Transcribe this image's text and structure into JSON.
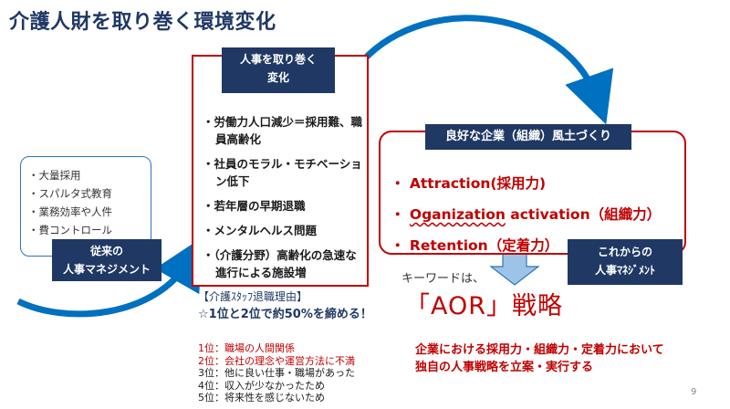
{
  "title": "介護人財を取り巻く環境変化",
  "traditional": {
    "items": [
      "大量採用",
      "スパルタ式教育",
      "業務効率や人件",
      "費コントロール"
    ],
    "label_line1": "従来の",
    "label_line2": "人事マネジメント"
  },
  "changes": {
    "label_line1": "人事を取り巻く",
    "label_line2": "変化",
    "items": [
      "労働力人口減少＝採用難、職員高齢化",
      "社員のモラル・モチベーション低下",
      "若年層の早期退職",
      "メンタルヘルス問題",
      "（介護分野）高齢化の急速な進行による施設増"
    ]
  },
  "culture": {
    "label": "良好な企業（組織）風土づくり",
    "items": [
      {
        "text": "Attraction(採用力)"
      },
      {
        "prefix": "Oganization",
        "suffix": " activation（組織力）"
      },
      {
        "text": "Retention（定着力）"
      }
    ]
  },
  "future": {
    "label_line1": "これからの",
    "label_line2": "人事ﾏﾈｼﾞﾒﾝﾄ"
  },
  "keyword_label": "キーワードは、",
  "strategy": "「AOR」戦略",
  "summary_line1": "企業における採用力・組織力・定着力において",
  "summary_line2": "独自の人事戦略を立案・実行する",
  "reasons": {
    "heading": "【介護ｽﾀｯﾌ退職理由】",
    "subheading": "☆1位と2位で約50%を締める！",
    "items": [
      "1位：職場の人間関係",
      "2位：会社の理念や運営方法に不満",
      "3位：他に良い仕事・職場があった",
      "4位：収入が少なかったため",
      "5位：将来性を感じないため"
    ]
  },
  "page_number": "9",
  "colors": {
    "navy": "#1f3864",
    "red": "#c00000",
    "blue": "#2e75b6",
    "arrow_blue": "#0070c0",
    "light_blue": "#9dc3e6"
  }
}
